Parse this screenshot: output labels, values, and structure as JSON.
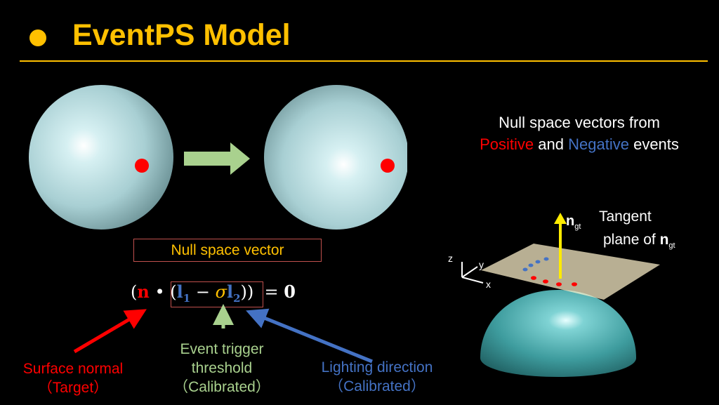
{
  "title": "EventPS Model",
  "null_space_box": "Null space vector",
  "equation": {
    "open_paren": "(",
    "n": "n",
    "dot": "•",
    "open_paren2": "(",
    "l": "l",
    "sub1": "1",
    "minus": "−",
    "sigma": "σ",
    "l2": "l",
    "sub2": "2",
    "close_paren": "))",
    "equals": "=",
    "zero": "0"
  },
  "labels": {
    "surface_normal": "Surface normal",
    "surface_normal_sub": "（Target）",
    "event_trigger_line1": "Event trigger",
    "event_trigger_line2": "threshold",
    "event_trigger_sub": "（Calibrated）",
    "lighting_direction": "Lighting direction",
    "lighting_direction_sub": "（Calibrated）"
  },
  "null_space_text": {
    "line1": "Null space vectors from",
    "positive": "Positive",
    "and": "and",
    "negative": "Negative",
    "events": "events"
  },
  "scene": {
    "ngt_main": "n",
    "ngt_sub": "gt",
    "tangent_line1": "Tangent",
    "tangent_line2_prefix": "plane of",
    "tangent_n": "n",
    "tangent_sub": "gt",
    "axis_x": "x",
    "axis_y": "y",
    "axis_z": "z"
  },
  "colors": {
    "accent": "#FFC000",
    "positive": "#FF0000",
    "negative": "#4472C4",
    "threshold": "#A9D18E",
    "sphere": "#BFE3E6",
    "hemisphere": "#3FA3A6",
    "plane": "#FFF2CC"
  }
}
